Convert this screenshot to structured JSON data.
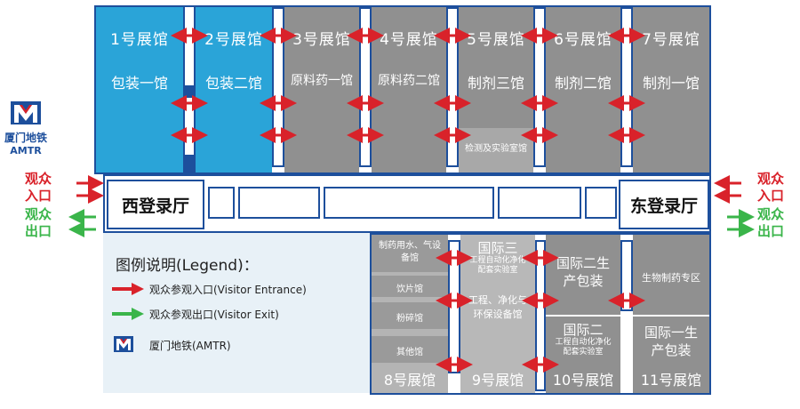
{
  "logo": {
    "line1": "厦门地铁",
    "line2": "AMTR"
  },
  "halls_top": [
    {
      "name": "1号展馆",
      "sub": "包装一馆"
    },
    {
      "name": "2号展馆",
      "sub": "包装二馆"
    },
    {
      "name": "3号展馆",
      "sub": "原料药一馆"
    },
    {
      "name": "4号展馆",
      "sub": "原料药二馆"
    },
    {
      "name": "5号展馆",
      "sub": "制剂三馆",
      "extra": "检测及实验室馆"
    },
    {
      "name": "6号展馆",
      "sub": "制剂二馆"
    },
    {
      "name": "7号展馆",
      "sub": "制剂一馆"
    }
  ],
  "lobbies": {
    "west": "西登录厅",
    "east": "东登录厅"
  },
  "entrance_label": [
    "观众",
    "入口"
  ],
  "exit_label": [
    "观众",
    "出口"
  ],
  "hall8": {
    "name": "8号展馆",
    "zones": [
      "制药用水、气设备馆",
      "饮片馆",
      "粉碎馆",
      "其他馆"
    ]
  },
  "hall9": {
    "name": "9号展馆",
    "top_title": "国际三",
    "top_sub": "工程自动化净化配套实验室",
    "mid": "工程、净化与环保设备馆"
  },
  "hall10": {
    "name": "10号展馆",
    "top": "国际二生产包装",
    "bottom_title": "国际二",
    "bottom_sub": "工程自动化净化配套实验室"
  },
  "hall11": {
    "name": "11号展馆",
    "top": "生物制药专区",
    "bottom": "国际一生产包装"
  },
  "legend": {
    "title": "图例说明(Legend)：",
    "items": [
      {
        "label": "观众参观入口(Visitor Entrance)",
        "icon": "red-arrow",
        "color": "#d9222a"
      },
      {
        "label": "观众参观出口(Visitor Exit)",
        "icon": "green-arrow",
        "color": "#3ab54a"
      },
      {
        "label": "厦门地铁(AMTR)",
        "icon": "amtr-logo",
        "color": "#1d4f9c"
      }
    ]
  },
  "colors": {
    "frame": "#1d4f9c",
    "blue_hall": "#2aa4d8",
    "gray_hall": "#909090",
    "entry": "#d9222a",
    "exit": "#3ab54a"
  }
}
